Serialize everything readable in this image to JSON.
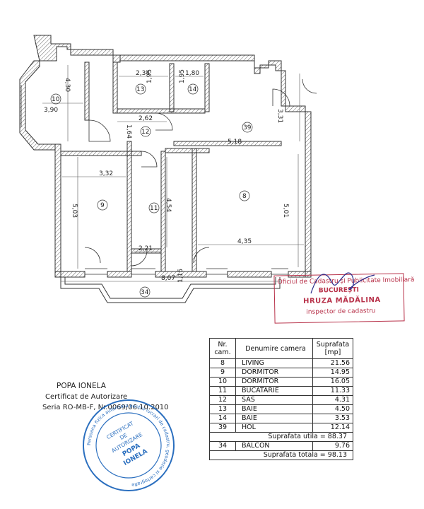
{
  "plan": {
    "rooms": {
      "r10": "10",
      "r13": "13",
      "r14": "14",
      "r12": "12",
      "r39": "39",
      "r9": "9",
      "r11": "11",
      "r8": "8",
      "r34": "34"
    },
    "dims": {
      "d234": "2,34",
      "d180": "1,80",
      "d195a": "1,95",
      "d195b": "1,95",
      "d430": "4,30",
      "d390": "3,90",
      "d262": "2,62",
      "d164": "1,64",
      "d331": "3,31",
      "d518": "5,18",
      "d332": "3,32",
      "d503": "5,03",
      "d454": "4,54",
      "d501": "5,01",
      "d435": "4,35",
      "d221": "2,21",
      "d807": "8,07",
      "d115": "1,15"
    }
  },
  "stamp": {
    "line1": "Oficiul de Cadastru și Publicitate Imobiliară",
    "line2": "BUCUREȘTI",
    "line3": "HRUZA MĂDĂLINA",
    "line4": "inspector de cadastru"
  },
  "table": {
    "header": {
      "nr": "Nr. cam.",
      "name": "Denumire camera",
      "area": "Suprafata [mp]"
    },
    "rows": [
      {
        "nr": "8",
        "name": "LIVING",
        "area": "21.56"
      },
      {
        "nr": "9",
        "name": "DORMITOR",
        "area": "14.95"
      },
      {
        "nr": "10",
        "name": "DORMITOR",
        "area": "16.05"
      },
      {
        "nr": "11",
        "name": "BUCATARIE",
        "area": "11.33"
      },
      {
        "nr": "12",
        "name": "SAS",
        "area": "4.31"
      },
      {
        "nr": "13",
        "name": "BAIE",
        "area": "4.50"
      },
      {
        "nr": "14",
        "name": "BAIE",
        "area": "3.53"
      },
      {
        "nr": "39",
        "name": "HOL",
        "area": "12.14"
      }
    ],
    "useful": "Suprafata utila = 88.37",
    "balcony": {
      "nr": "34",
      "name": "BALCON",
      "area": "9.76"
    },
    "total": "Suprafata totala = 98.13"
  },
  "author": {
    "name": "POPA IONELA",
    "cert": "Certificat de Autorizare",
    "series": "Seria RO-MB-F, Nr.0069/06.10.2010"
  },
  "seal": {
    "inner": [
      "CERTIFICAT",
      "DE",
      "AUTORIZARE",
      "POPA",
      "IONELA"
    ],
    "ring": "Persoana fizica autorizata pentru lucrari de cadastru, geodezie si cartografie"
  },
  "colors": {
    "stamp": "#b8324a",
    "seal": "#2b6fbf",
    "walls": "#444444"
  }
}
